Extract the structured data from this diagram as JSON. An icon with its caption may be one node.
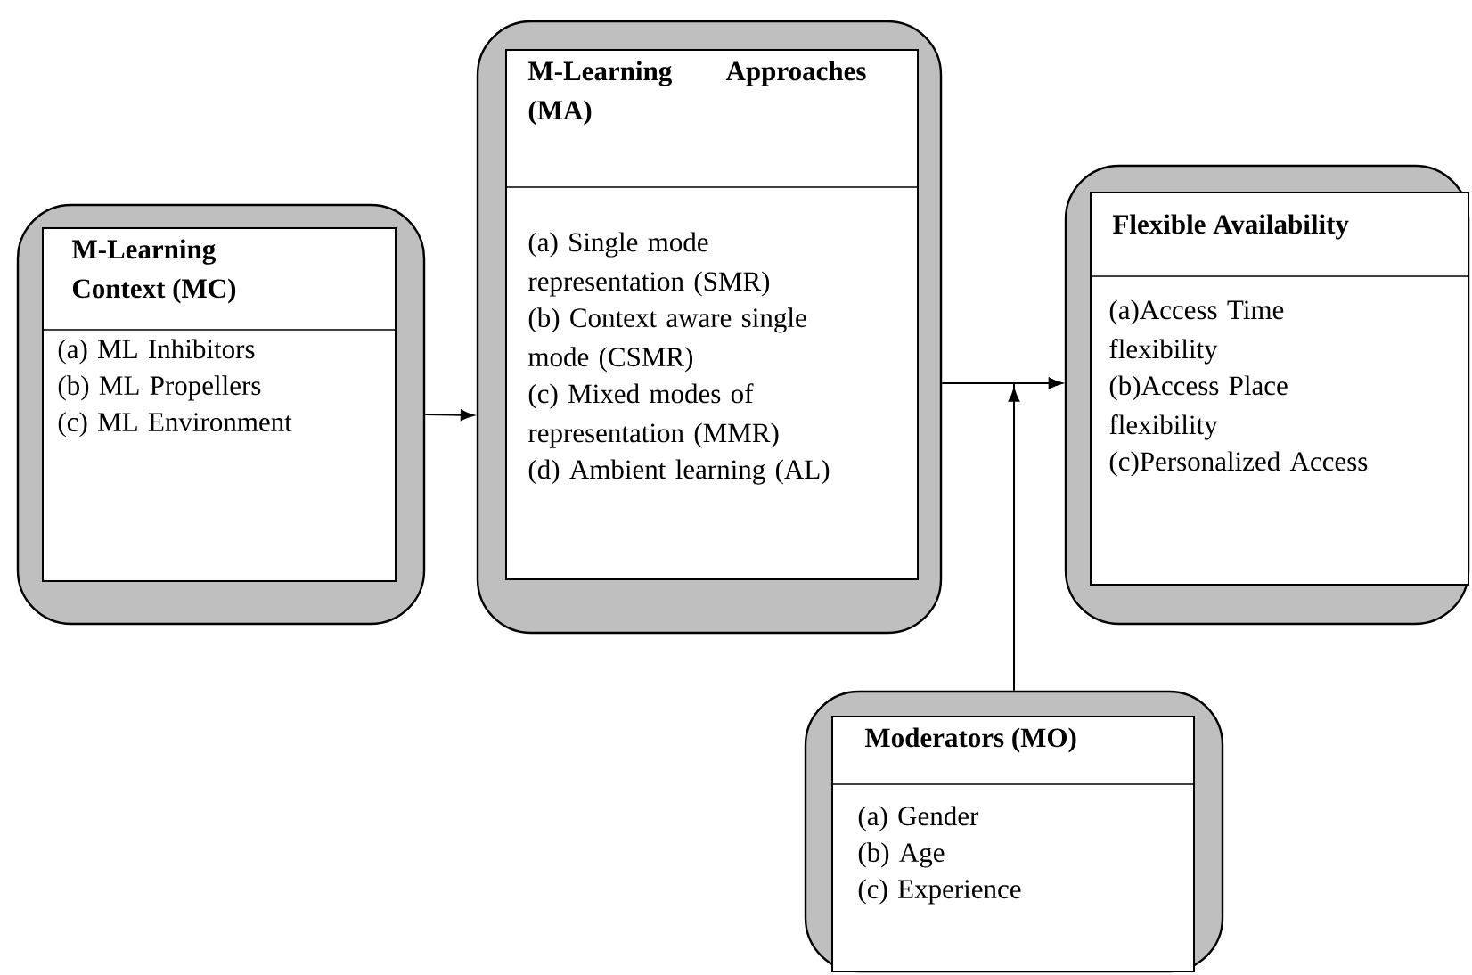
{
  "diagram": {
    "nodes": [
      {
        "text": [
          "M-Learning Context (MC)",
          "(a) ML Inhibitors",
          "(b) ML Propellers",
          "(c) ML Environment"
        ]
      },
      {
        "text": [
          "M-Learning Approaches (MA)",
          "(a) Single mode representation (SMR)",
          "(b) Context aware single mode (CSMR)",
          "(c) Mixed modes of representation (MMR)",
          "(d) Ambient learning (AL)"
        ]
      },
      {
        "text": [
          "Flexible Availability",
          "(a)Access Time flexibility",
          "(b)Access Place flexibility",
          "(c)Personalized Access"
        ]
      },
      {
        "text": [
          "Moderators (MO)",
          "(a) Gender",
          "(b) Age",
          "(c) Experience"
        ]
      }
    ],
    "edges": [
      {
        "from": 0,
        "to": 1,
        "arrow": "to"
      },
      {
        "from": 1,
        "to": 2,
        "arrow": "to"
      },
      {
        "from": 3,
        "to": 2,
        "arrow": "to"
      }
    ]
  }
}
